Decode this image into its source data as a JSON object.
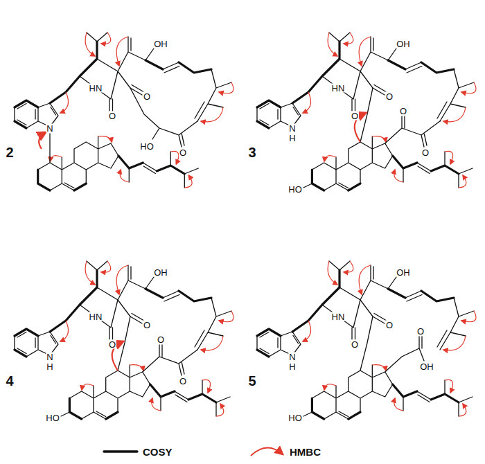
{
  "diagram": {
    "labels": [
      "OH",
      "HN",
      "O",
      "O",
      "N",
      "HO",
      "O",
      "2",
      "OH",
      "HN",
      "O",
      "O",
      "O",
      "N",
      "H",
      "O",
      "HO",
      "3",
      "OH",
      "HN",
      "O",
      "O",
      "O",
      "N",
      "H",
      "O",
      "HO",
      "4",
      "OH",
      "HN",
      "O",
      "O",
      "O",
      "N",
      "H",
      "OH",
      "HO",
      "5"
    ],
    "legend": [
      {
        "text": "COSY"
      },
      {
        "text": "HMBC"
      }
    ]
  }
}
